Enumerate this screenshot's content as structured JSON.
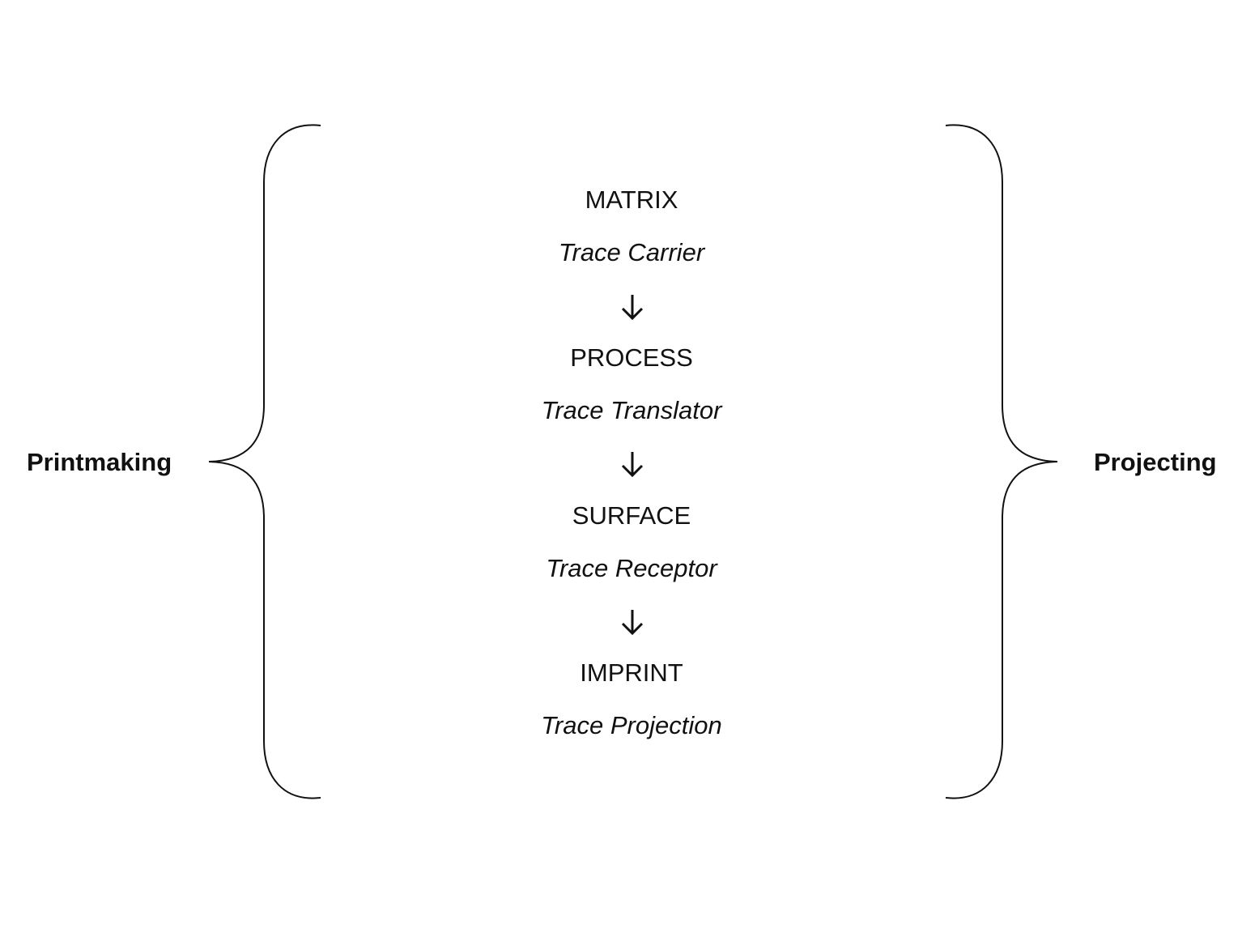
{
  "sides": {
    "left": "Printmaking",
    "right": "Projecting"
  },
  "stages": [
    {
      "term": "MATRIX",
      "role": "Trace Carrier"
    },
    {
      "term": "PROCESS",
      "role": "Trace Translator"
    },
    {
      "term": "SURFACE",
      "role": "Trace Receptor"
    },
    {
      "term": "IMPRINT",
      "role": "Trace Projection"
    }
  ],
  "colors": {
    "ink": "#111111",
    "background": "#ffffff"
  },
  "icons": {
    "arrow": "arrow-down-icon",
    "brace_left": "left-curly-brace",
    "brace_right": "right-curly-brace"
  }
}
